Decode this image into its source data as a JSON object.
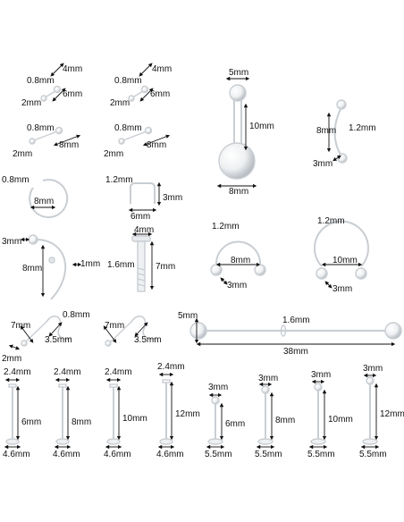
{
  "labels": {
    "r1a": {
      "l1": "0.8mm",
      "l2": "4mm",
      "l3": "6mm",
      "l4": "2mm"
    },
    "r1b": {
      "l1": "0.8mm",
      "l2": "4mm",
      "l3": "6mm",
      "l4": "2mm"
    },
    "r2a": {
      "l1": "0.8mm",
      "l2": "8mm",
      "l3": "2mm"
    },
    "r2b": {
      "l1": "0.8mm",
      "l2": "8mm",
      "l3": "2mm"
    },
    "belly": {
      "top": "5mm",
      "len": "10mm",
      "bottom": "8mm"
    },
    "curved": {
      "len": "8mm",
      "gauge": "1.2mm",
      "ball": "3mm"
    },
    "ring": {
      "gauge": "0.8mm",
      "dia": "8mm"
    },
    "staple": {
      "gauge": "1.2mm",
      "h": "3mm",
      "w": "6mm"
    },
    "hook": {
      "ball": "3mm",
      "len": "8mm",
      "gauge": "1mm"
    },
    "retainer": {
      "top": "4mm",
      "gauge": "1.6mm",
      "len": "7mm"
    },
    "horseA": {
      "gauge": "1.2mm",
      "dia": "8mm",
      "ball": "3mm"
    },
    "horseB": {
      "gauge": "1.2mm",
      "dia": "10mm",
      "ball": "3mm"
    },
    "noseA": {
      "gauge": "0.8mm",
      "len": "7mm",
      "curve": "3.5mm",
      "end": "2mm"
    },
    "noseB": {
      "len": "7mm",
      "curve": "3.5mm"
    },
    "industrial": {
      "ball": "5mm",
      "gauge": "1.6mm",
      "len": "38mm"
    },
    "labrets": [
      {
        "top": "2.4mm",
        "len": "6mm",
        "base": "4.6mm"
      },
      {
        "top": "2.4mm",
        "len": "8mm",
        "base": "4.6mm"
      },
      {
        "top": "2.4mm",
        "len": "10mm",
        "base": "4.6mm"
      },
      {
        "top": "2.4mm",
        "len": "12mm",
        "base": "4.6mm"
      },
      {
        "top": "3mm",
        "len": "6mm",
        "base": "5.5mm"
      },
      {
        "top": "3mm",
        "len": "8mm",
        "base": "5.5mm"
      },
      {
        "top": "3mm",
        "len": "10mm",
        "base": "5.5mm"
      },
      {
        "top": "3mm",
        "len": "12mm",
        "base": "5.5mm"
      }
    ]
  }
}
